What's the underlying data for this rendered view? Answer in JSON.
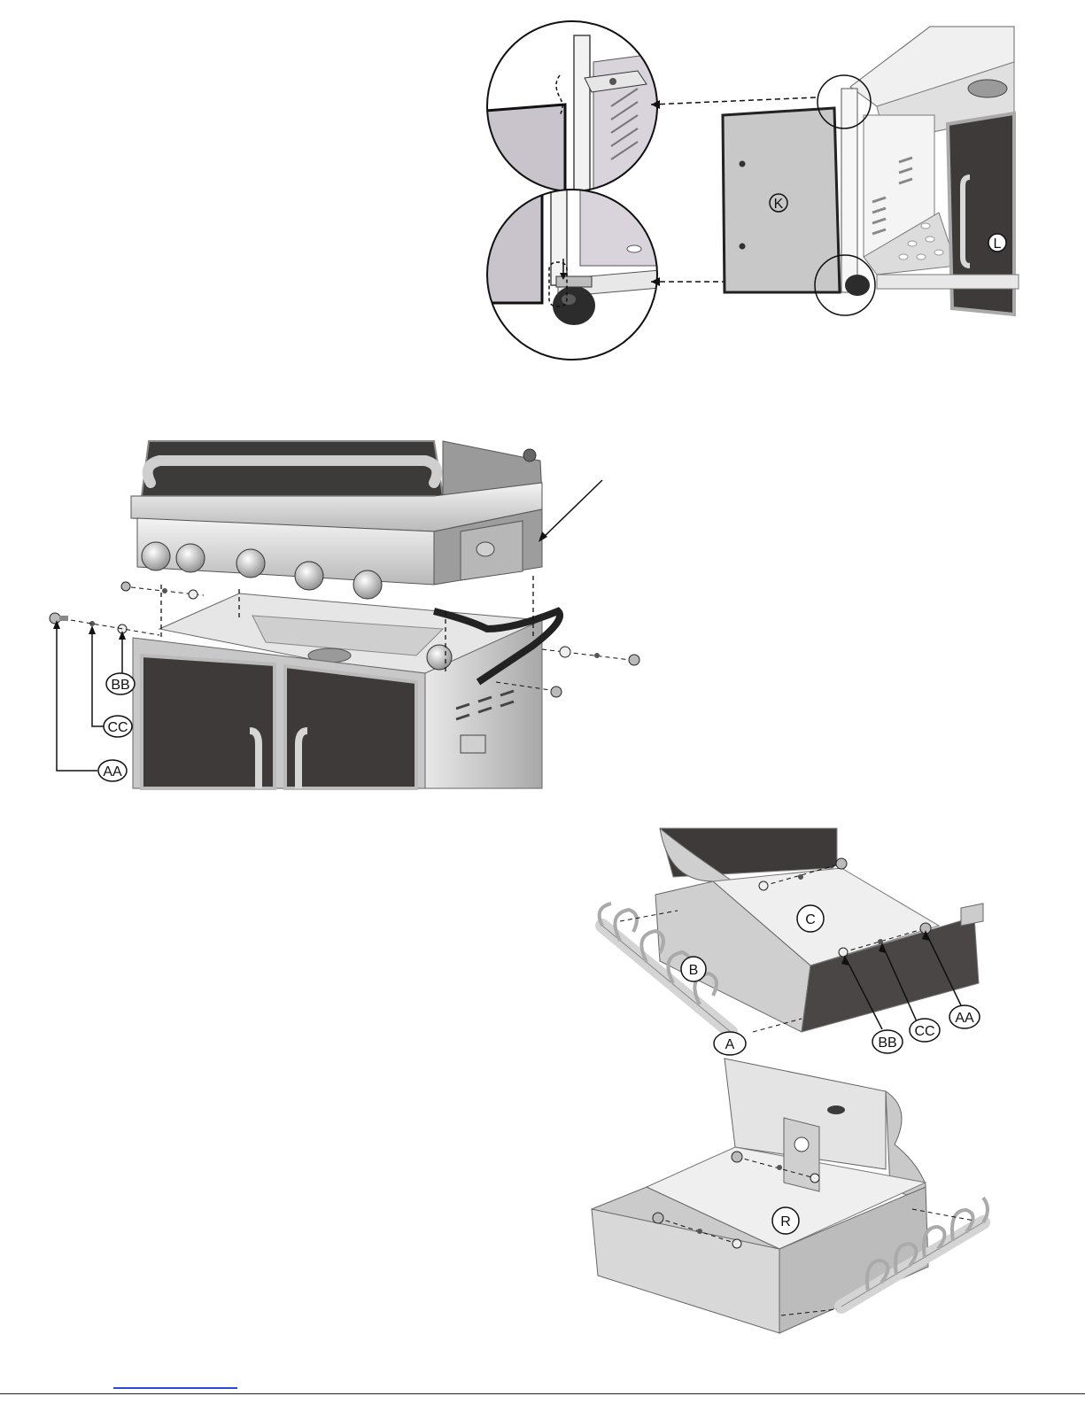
{
  "figures": {
    "door_install": {
      "labels": {
        "door_k": "K",
        "door_l": "L"
      }
    },
    "head_mount": {
      "labels": {
        "bb": "BB",
        "cc": "CC",
        "aa": "AA"
      }
    },
    "side_shelves": {
      "labels": {
        "a": "A",
        "b": "B",
        "c": "C",
        "r": "R",
        "bb": "BB",
        "cc": "CC",
        "aa": "AA"
      }
    }
  }
}
